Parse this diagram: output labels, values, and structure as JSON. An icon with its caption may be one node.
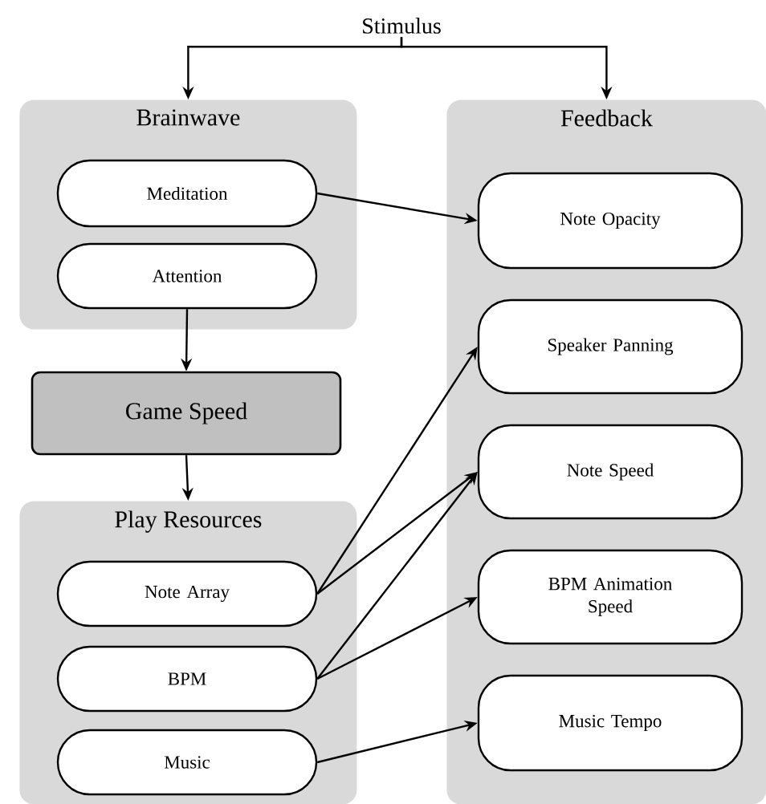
{
  "diagram": {
    "nodes": [
      {
        "text": [
          "Stimulus"
        ]
      },
      {
        "text": [
          "Brainwave"
        ]
      },
      {
        "text": [
          "Meditation"
        ],
        "in": 1
      },
      {
        "text": [
          "Attention"
        ],
        "in": 1
      },
      {
        "text": [
          "Game Speed"
        ]
      },
      {
        "text": [
          "Play Resources"
        ]
      },
      {
        "text": [
          "Note Array"
        ],
        "in": 5
      },
      {
        "text": [
          "BPM"
        ],
        "in": 5
      },
      {
        "text": [
          "Music"
        ],
        "in": 5
      },
      {
        "text": [
          "Feedback"
        ]
      },
      {
        "text": [
          "Note Opacity"
        ],
        "in": 9
      },
      {
        "text": [
          "Speaker Panning"
        ],
        "in": 9
      },
      {
        "text": [
          "Note Speed"
        ],
        "in": 9
      },
      {
        "text": [
          "BPM Animation Speed"
        ],
        "in": 9
      },
      {
        "text": [
          "Music Tempo"
        ],
        "in": 9
      }
    ],
    "edges": [
      {
        "from": 0,
        "to": 1,
        "arrow": "to"
      },
      {
        "from": 0,
        "to": 9,
        "arrow": "to"
      },
      {
        "from": 2,
        "to": 10,
        "arrow": "to"
      },
      {
        "from": 3,
        "to": 4,
        "arrow": "to"
      },
      {
        "from": 4,
        "to": 5,
        "arrow": "to"
      },
      {
        "from": 6,
        "to": 11,
        "arrow": "to"
      },
      {
        "from": 6,
        "to": 12,
        "arrow": "to"
      },
      {
        "from": 7,
        "to": 12,
        "arrow": "to"
      },
      {
        "from": 7,
        "to": 13,
        "arrow": "to"
      },
      {
        "from": 8,
        "to": 14,
        "arrow": "to"
      }
    ]
  }
}
